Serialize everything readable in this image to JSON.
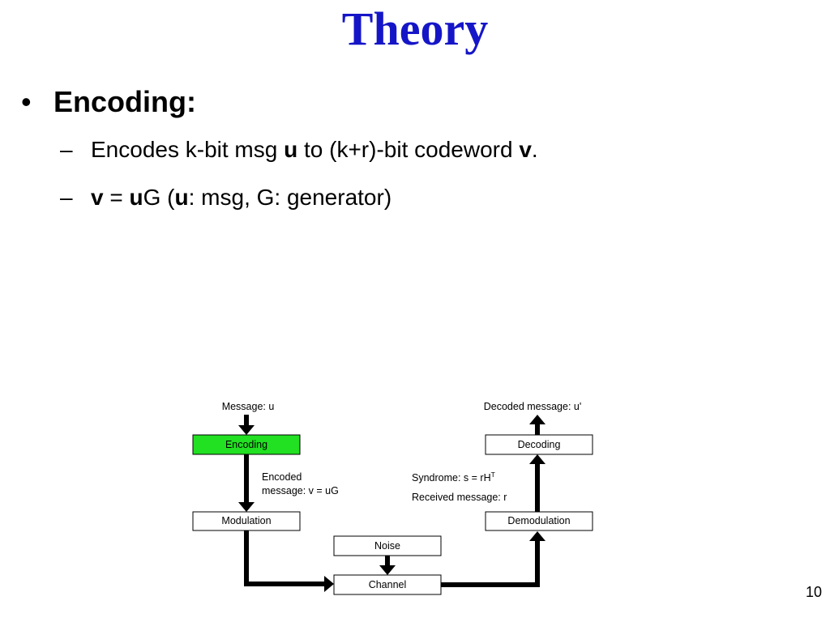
{
  "slide": {
    "title": "Theory",
    "page_number": "10"
  },
  "bullets": {
    "level1": {
      "marker": "•",
      "text": "Encoding:"
    },
    "level2": [
      {
        "marker": "–",
        "parts": [
          "Encodes k-bit msg ",
          "u",
          " to (k+r)-bit codeword ",
          "v",
          "."
        ]
      },
      {
        "marker": "–",
        "parts": [
          "v",
          " = ",
          "u",
          "G (",
          "u",
          ": msg, G: generator)"
        ]
      }
    ]
  },
  "diagram": {
    "colors": {
      "encoding_fill": "#22e022",
      "box_fill": "#ffffff",
      "stroke": "#000000"
    },
    "labels": {
      "message_in": "Message: u",
      "decoded_message": "Decoded message: u'",
      "encoded_line1": "Encoded",
      "encoded_line2": "message: v = uG",
      "syndrome_prefix": "Syndrome: s = rH",
      "syndrome_superscript": "T",
      "received": "Received message: r"
    },
    "boxes": {
      "encoding": "Encoding",
      "decoding": "Decoding",
      "modulation": "Modulation",
      "demodulation": "Demodulation",
      "noise": "Noise",
      "channel": "Channel"
    }
  }
}
